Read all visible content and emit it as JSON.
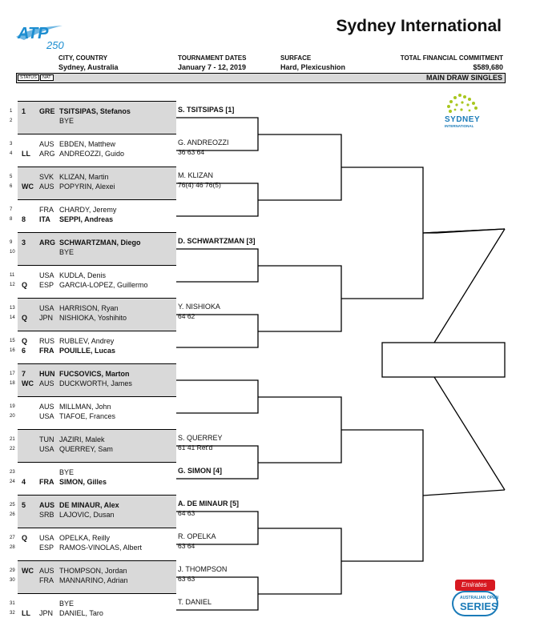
{
  "logo": {
    "text": "ATP",
    "tier": "250"
  },
  "sponsor_logo": {
    "line1": "SYDNEY",
    "line2": "INTERNATIONAL"
  },
  "emirates_logo": {
    "brand": "Emirates",
    "line1": "AUSTRALIAN OPEN",
    "line2": "SERIES"
  },
  "title": "Sydney International",
  "header": {
    "city_label": "CITY, COUNTRY",
    "city_value": "Sydney, Australia",
    "dates_label": "TOURNAMENT DATES",
    "dates_value": "January 7 - 12, 2019",
    "surface_label": "SURFACE",
    "surface_value": "Hard, Plexicushion",
    "commitment_label": "TOTAL FINANCIAL COMMITMENT",
    "commitment_value": "$589,680",
    "status_label": "STATUS",
    "nat_label": "NAT",
    "draw_label": "MAIN DRAW SINGLES"
  },
  "players": [
    {
      "num": "1",
      "status": "1",
      "nat": "GRE",
      "name": "TSITSIPAS, Stefanos",
      "seeded": true
    },
    {
      "num": "2",
      "status": "",
      "nat": "",
      "name": "BYE",
      "seeded": false
    },
    {
      "num": "3",
      "status": "",
      "nat": "AUS",
      "name": "EBDEN, Matthew",
      "seeded": false
    },
    {
      "num": "4",
      "status": "LL",
      "nat": "ARG",
      "name": "ANDREOZZI, Guido",
      "seeded": false
    },
    {
      "num": "5",
      "status": "",
      "nat": "SVK",
      "name": "KLIZAN, Martin",
      "seeded": false
    },
    {
      "num": "6",
      "status": "WC",
      "nat": "AUS",
      "name": "POPYRIN, Alexei",
      "seeded": false
    },
    {
      "num": "7",
      "status": "",
      "nat": "FRA",
      "name": "CHARDY, Jeremy",
      "seeded": false
    },
    {
      "num": "8",
      "status": "8",
      "nat": "ITA",
      "name": "SEPPI, Andreas",
      "seeded": true
    },
    {
      "num": "9",
      "status": "3",
      "nat": "ARG",
      "name": "SCHWARTZMAN, Diego",
      "seeded": true
    },
    {
      "num": "10",
      "status": "",
      "nat": "",
      "name": "BYE",
      "seeded": false
    },
    {
      "num": "11",
      "status": "",
      "nat": "USA",
      "name": "KUDLA, Denis",
      "seeded": false
    },
    {
      "num": "12",
      "status": "Q",
      "nat": "ESP",
      "name": "GARCIA-LOPEZ, Guillermo",
      "seeded": false
    },
    {
      "num": "13",
      "status": "",
      "nat": "USA",
      "name": "HARRISON, Ryan",
      "seeded": false
    },
    {
      "num": "14",
      "status": "Q",
      "nat": "JPN",
      "name": "NISHIOKA, Yoshihito",
      "seeded": false
    },
    {
      "num": "15",
      "status": "Q",
      "nat": "RUS",
      "name": "RUBLEV, Andrey",
      "seeded": false
    },
    {
      "num": "16",
      "status": "6",
      "nat": "FRA",
      "name": "POUILLE, Lucas",
      "seeded": true
    },
    {
      "num": "17",
      "status": "7",
      "nat": "HUN",
      "name": "FUCSOVICS, Marton",
      "seeded": true
    },
    {
      "num": "18",
      "status": "WC",
      "nat": "AUS",
      "name": "DUCKWORTH, James",
      "seeded": false
    },
    {
      "num": "19",
      "status": "",
      "nat": "AUS",
      "name": "MILLMAN, John",
      "seeded": false
    },
    {
      "num": "20",
      "status": "",
      "nat": "USA",
      "name": "TIAFOE, Frances",
      "seeded": false
    },
    {
      "num": "21",
      "status": "",
      "nat": "TUN",
      "name": "JAZIRI, Malek",
      "seeded": false
    },
    {
      "num": "22",
      "status": "",
      "nat": "USA",
      "name": "QUERREY, Sam",
      "seeded": false
    },
    {
      "num": "23",
      "status": "",
      "nat": "",
      "name": "BYE",
      "seeded": false
    },
    {
      "num": "24",
      "status": "4",
      "nat": "FRA",
      "name": "SIMON, Gilles",
      "seeded": true
    },
    {
      "num": "25",
      "status": "5",
      "nat": "AUS",
      "name": "DE MINAUR, Alex",
      "seeded": true
    },
    {
      "num": "26",
      "status": "",
      "nat": "SRB",
      "name": "LAJOVIC, Dusan",
      "seeded": false
    },
    {
      "num": "27",
      "status": "Q",
      "nat": "USA",
      "name": "OPELKA, Reilly",
      "seeded": false
    },
    {
      "num": "28",
      "status": "",
      "nat": "ESP",
      "name": "RAMOS-VINOLAS, Albert",
      "seeded": false
    },
    {
      "num": "29",
      "status": "WC",
      "nat": "AUS",
      "name": "THOMPSON, Jordan",
      "seeded": false
    },
    {
      "num": "30",
      "status": "",
      "nat": "FRA",
      "name": "MANNARINO, Adrian",
      "seeded": false
    },
    {
      "num": "31",
      "status": "",
      "nat": "",
      "name": "BYE",
      "seeded": false
    },
    {
      "num": "32",
      "status": "LL",
      "nat": "JPN",
      "name": "DANIEL, Taro",
      "seeded": false
    }
  ],
  "round1": [
    {
      "winner": "S. TSITSIPAS [1]",
      "score": "",
      "seeded": true
    },
    {
      "winner": "G. ANDREOZZI",
      "score": "36 63 64",
      "seeded": false
    },
    {
      "winner": "M. KLIZAN",
      "score": "76(4) 46 76(5)",
      "seeded": false
    },
    {
      "winner": "",
      "score": "",
      "seeded": false
    },
    {
      "winner": "D. SCHWARTZMAN [3]",
      "score": "",
      "seeded": true
    },
    {
      "winner": "",
      "score": "",
      "seeded": false
    },
    {
      "winner": "Y. NISHIOKA",
      "score": "64 62",
      "seeded": false
    },
    {
      "winner": "",
      "score": "",
      "seeded": false
    },
    {
      "winner": "",
      "score": "",
      "seeded": false
    },
    {
      "winner": "",
      "score": "",
      "seeded": false
    },
    {
      "winner": "S. QUERREY",
      "score": "61 41 Ret'd",
      "seeded": false
    },
    {
      "winner": "G. SIMON [4]",
      "score": "",
      "seeded": true
    },
    {
      "winner": "A. DE MINAUR [5]",
      "score": "64 63",
      "seeded": true
    },
    {
      "winner": "R. OPELKA",
      "score": "63 64",
      "seeded": false
    },
    {
      "winner": "J. THOMPSON",
      "score": "63 63",
      "seeded": false
    },
    {
      "winner": "T. DANIEL",
      "score": "",
      "seeded": false
    }
  ],
  "colors": {
    "shade": "#d9d9d9",
    "sydney_green": "#a8c61e",
    "sydney_blue": "#1b7bb8",
    "atp_blue": "#1c8dd0",
    "emirates_red": "#d71921"
  }
}
